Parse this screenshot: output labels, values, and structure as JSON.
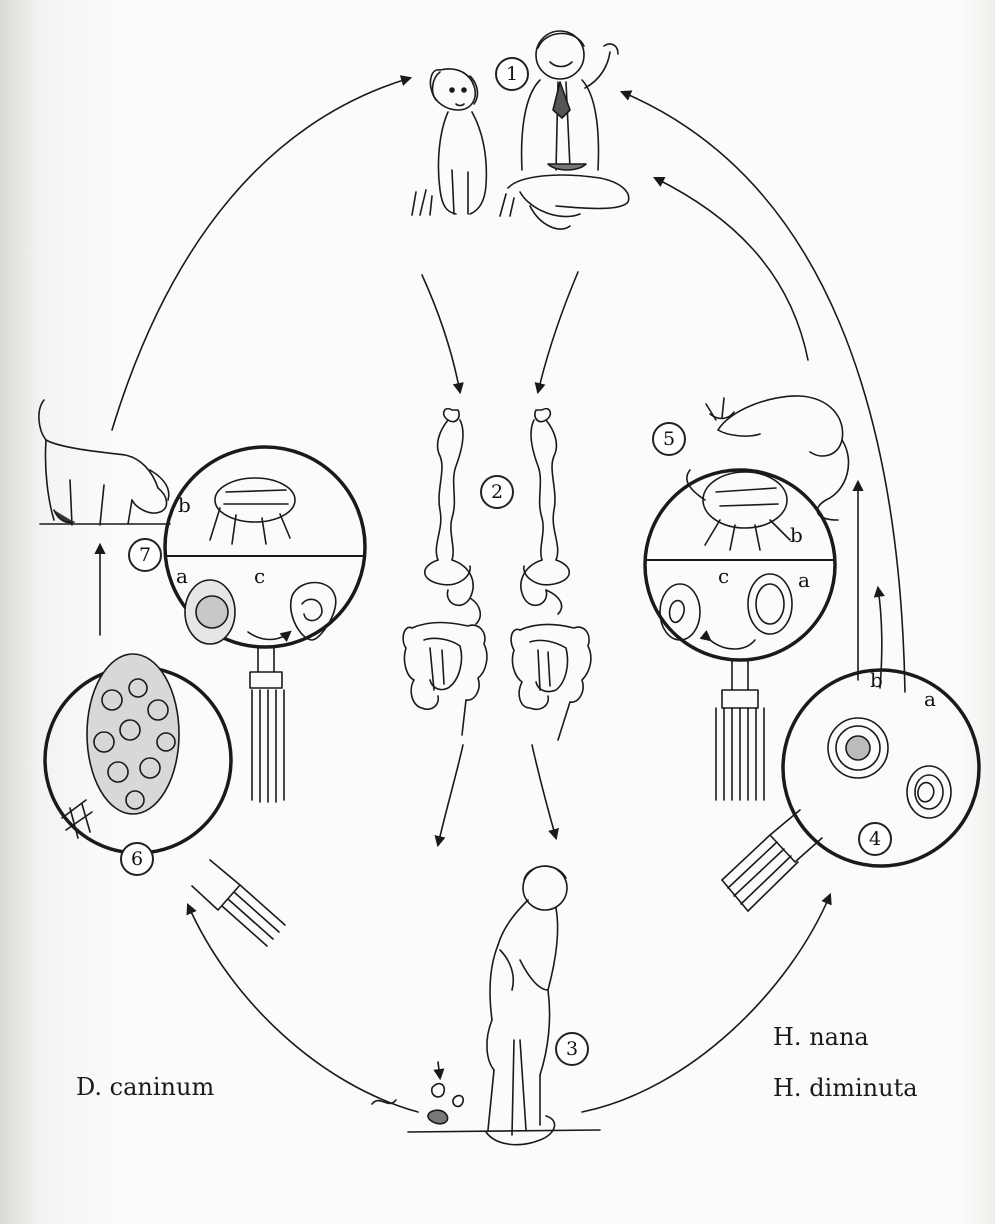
{
  "stage_numbers": [
    "1",
    "2",
    "3",
    "4",
    "5",
    "6",
    "7"
  ],
  "stage_letters": {
    "stage_7": [
      "b",
      "a",
      "c"
    ],
    "stage_5": [
      "b",
      "c",
      "a"
    ],
    "stage_4": [
      "b",
      "a"
    ]
  },
  "species_labels": {
    "left": "D. caninum",
    "right_top": "H. nana",
    "right_bottom": "H. diminuta"
  },
  "colors": {
    "ink": "#1a1a1a",
    "paper": "#fbfbfa"
  }
}
